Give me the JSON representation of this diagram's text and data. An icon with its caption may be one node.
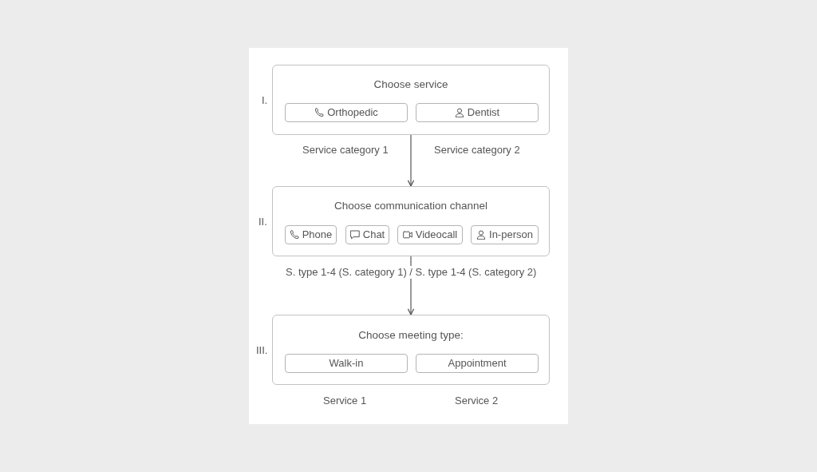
{
  "diagram": {
    "nodes": [
      {
        "text": [
          "Choose service"
        ],
        "beside": [
          "I."
        ]
      },
      {
        "text": [
          "Orthopedic"
        ],
        "in": 0
      },
      {
        "text": [
          "Dentist"
        ],
        "in": 0
      },
      {
        "text": [
          "Choose communication channel"
        ],
        "beside": [
          "II."
        ]
      },
      {
        "text": [
          "Phone"
        ],
        "in": 3
      },
      {
        "text": [
          "Chat"
        ],
        "in": 3
      },
      {
        "text": [
          "Videocall"
        ],
        "in": 3
      },
      {
        "text": [
          "In-person"
        ],
        "in": 3
      },
      {
        "text": [
          "Choose meeting type:"
        ],
        "beside": [
          "III."
        ]
      },
      {
        "text": [
          "Walk-in"
        ],
        "in": 8
      },
      {
        "text": [
          "Appointment"
        ],
        "in": 8
      }
    ],
    "edges": [
      {
        "from": 0,
        "to": 3,
        "arrow": "to"
      },
      {
        "from": 3,
        "to": 8,
        "arrow": "to"
      }
    ],
    "labels": [
      "Service category 1",
      "Service category 2",
      "S. type 1-4 (S. category 1) / S. type 1-4 (S. category 2)",
      "Service 1",
      "Service 2"
    ]
  }
}
